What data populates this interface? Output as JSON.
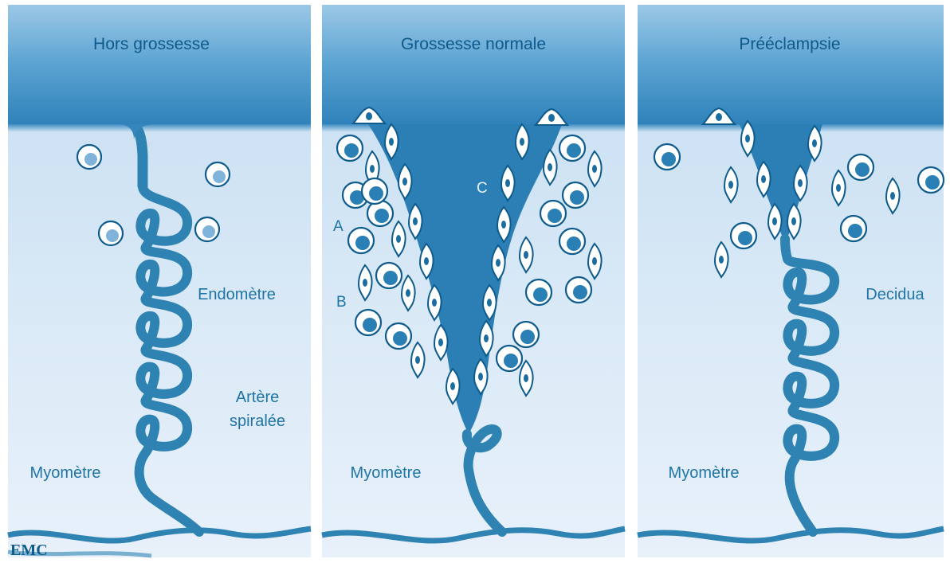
{
  "figure": {
    "panels": [
      {
        "title": "Hors grossesse",
        "labels": {
          "endometre": "Endomètre",
          "artere_1": "Artère",
          "artere_2": "spiralée",
          "myometre": "Myomètre"
        }
      },
      {
        "title": "Grossesse normale",
        "labels": {
          "a": "A",
          "b": "B",
          "c": "C",
          "myometre": "Myomètre"
        }
      },
      {
        "title": "Prééclampsie",
        "labels": {
          "decidua": "Decidua",
          "myometre": "Myomètre"
        }
      }
    ],
    "logo_text": "EMC",
    "colors": {
      "vessel": "#2f83b3",
      "dark": "#1b6d9f",
      "panel_top": "#3b8ec3",
      "panel_bottom": "#e3eff9",
      "outline": "#0f5c8c"
    }
  }
}
